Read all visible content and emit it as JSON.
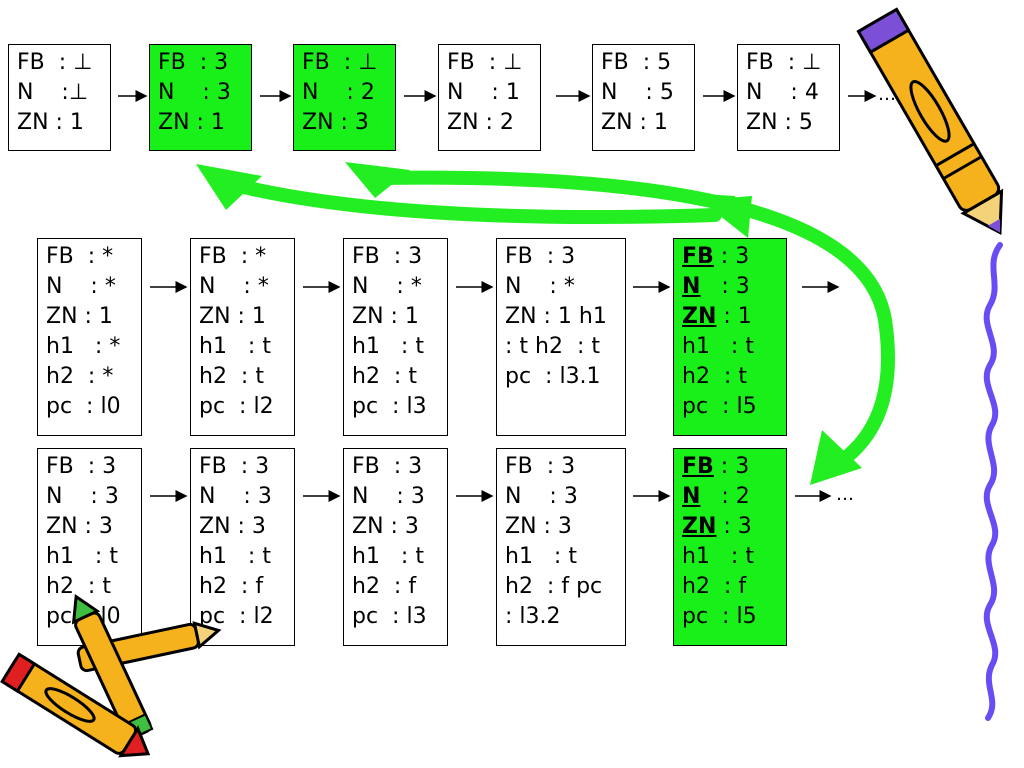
{
  "colors": {
    "highlight": "#19ef19",
    "curve": "#22ee22",
    "squiggle": "#6a4cf5"
  },
  "top_row": [
    {
      "id": "t1",
      "lines": [
        "FB  : ⊥",
        "N    :⊥",
        "ZN : 1"
      ],
      "highlight": false
    },
    {
      "id": "t2",
      "lines": [
        "FB  : 3",
        "N    : 3",
        "ZN : 1"
      ],
      "highlight": true
    },
    {
      "id": "t3",
      "lines": [
        "FB  : ⊥",
        "N    : 2",
        "ZN : 3"
      ],
      "highlight": true
    },
    {
      "id": "t4",
      "lines": [
        "FB  : ⊥",
        "N    : 1",
        "ZN : 2"
      ],
      "highlight": false
    },
    {
      "id": "t5",
      "lines": [
        "FB  : 5",
        "N    : 5",
        "ZN : 1"
      ],
      "highlight": false
    },
    {
      "id": "t6",
      "lines": [
        "FB  : ⊥",
        "N    : 4",
        "ZN : 5"
      ],
      "highlight": false
    }
  ],
  "top_ellipsis": "…",
  "middle_row": [
    {
      "id": "m1",
      "lines": [
        "FB  : *",
        "N    : *",
        "ZN : 1",
        "h1   : *",
        "h2  : *",
        "pc  : l0"
      ],
      "highlight": false
    },
    {
      "id": "m2",
      "lines": [
        "FB  : *",
        "N    : *",
        "ZN : 1",
        "h1   : t",
        "h2  : t",
        "pc  : l2"
      ],
      "highlight": false
    },
    {
      "id": "m3",
      "lines": [
        "FB  : 3",
        "N    : *",
        "ZN : 1",
        "h1   : t",
        "h2  : t",
        "pc  : l3"
      ],
      "highlight": false
    },
    {
      "id": "m4",
      "lines": [
        "FB  : 3",
        "N    : *",
        "ZN : 1 h1",
        ": t h2  : t",
        "pc  : l3.1"
      ],
      "highlight": false
    },
    {
      "id": "m5",
      "tags": [
        "FB",
        "N",
        "ZN"
      ],
      "values": [
        " : 3",
        "   : 3",
        " : 1"
      ],
      "rest": [
        "h1   : t",
        "h2  : t",
        "pc  : l5"
      ],
      "highlight": true
    }
  ],
  "bottom_row": [
    {
      "id": "b1",
      "lines": [
        "FB  : 3",
        "N    : 3",
        "ZN : 3",
        "h1   : t",
        "h2  : t",
        "pc  : l0"
      ],
      "highlight": false
    },
    {
      "id": "b2",
      "lines": [
        "FB  : 3",
        "N    : 3",
        "ZN : 3",
        "h1   : t",
        "h2  : f",
        "pc  : l2"
      ],
      "highlight": false
    },
    {
      "id": "b3",
      "lines": [
        "FB  : 3",
        "N    : 3",
        "ZN : 3",
        "h1   : t",
        "h2  : f",
        "pc  : l3"
      ],
      "highlight": false
    },
    {
      "id": "b4",
      "lines": [
        "FB  : 3",
        "N    : 3",
        "ZN : 3",
        "h1   : t",
        "h2  : f pc",
        ": l3.2"
      ],
      "highlight": false
    },
    {
      "id": "b5",
      "tags": [
        "FB",
        "N",
        "ZN"
      ],
      "values": [
        " : 3",
        "   : 2",
        " : 3"
      ],
      "rest": [
        "h1   : t",
        "h2  : f",
        "pc  : l5"
      ],
      "highlight": true
    }
  ],
  "bottom_ellipsis": "…",
  "decorations": [
    "pencil-icon",
    "crayons-icon",
    "squiggle-line"
  ]
}
